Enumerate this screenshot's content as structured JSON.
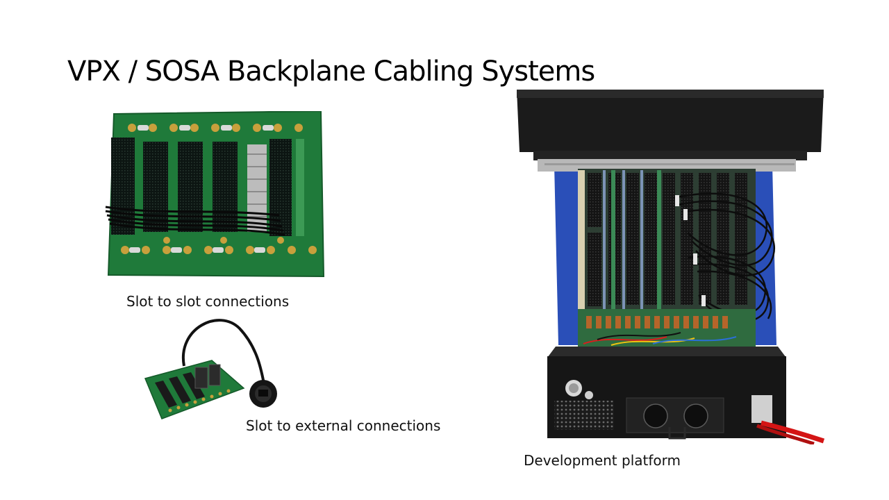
{
  "slide": {
    "title": "VPX / SOSA Backplane Cabling Systems",
    "captions": {
      "slot_to_slot": "Slot to slot connections",
      "slot_to_external": "Slot to external connections",
      "development_platform": "Development platform"
    }
  },
  "colors": {
    "pcb_green": "#1f7a3a",
    "chassis_blue": "#2a4fb8",
    "chassis_black": "#1b1b1b",
    "gold_contact": "#c8a03c"
  },
  "icons": [
    "backplane-board-photo",
    "cable-adapter-photo",
    "development-chassis-photo"
  ]
}
